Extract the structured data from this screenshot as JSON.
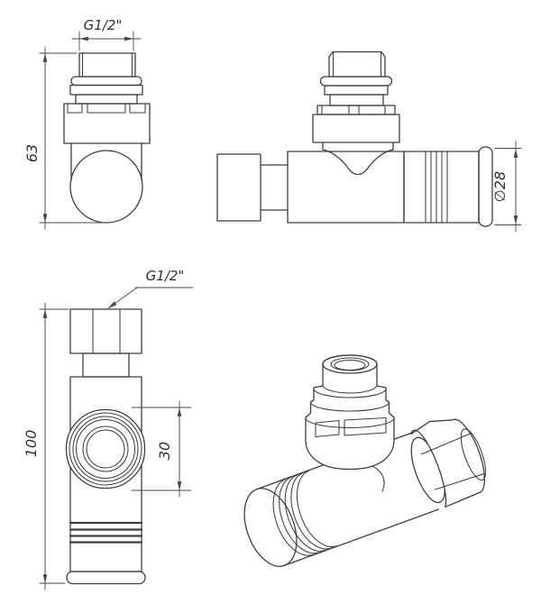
{
  "colors": {
    "background": "#ffffff",
    "line": "#3e3e3e",
    "dimension": "#4a4a4a",
    "text": "#2f2f2f"
  },
  "views": {
    "front_top": {
      "thread_label": "G1/2\"",
      "height_label": "63"
    },
    "side_top": {
      "diameter_label": "∅28"
    },
    "front_bottom": {
      "thread_label": "G1/2\"",
      "height_label": "100",
      "width_label": "30"
    }
  }
}
